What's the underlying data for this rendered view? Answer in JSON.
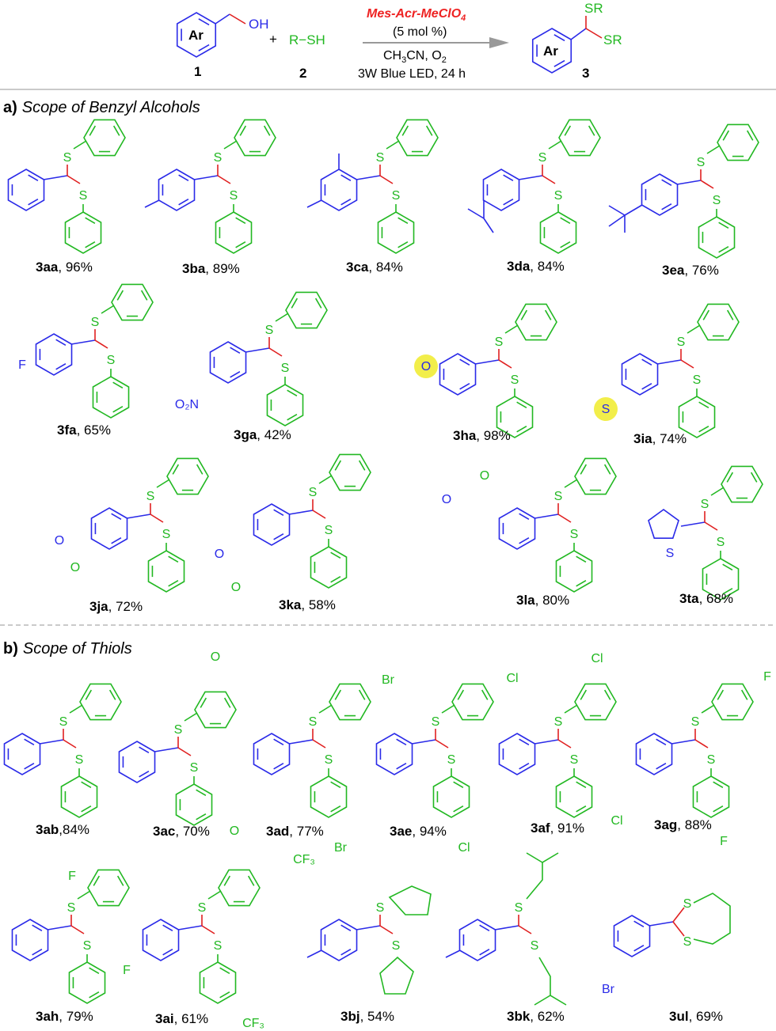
{
  "scheme": {
    "reactant1": {
      "label": "Ar",
      "group": "OH",
      "number": "1"
    },
    "plus": "+",
    "reactant2": {
      "text": "R−SH",
      "number": "2"
    },
    "catalyst": "Mes-Acr-MeClO",
    "catalyst_sub": "4",
    "loading": "(5 mol %)",
    "solvent_pre": "CH",
    "solvent_sub": "3",
    "solvent_mid": "CN, O",
    "solvent_sub2": "2",
    "conditions": "3W Blue LED, 24 h",
    "product": {
      "label": "Ar",
      "sr1": "SR",
      "sr2": "SR",
      "number": "3"
    }
  },
  "sections": {
    "a": {
      "letter": "a)",
      "title": "Scope of Benzyl Alcohols"
    },
    "b": {
      "letter": "b)",
      "title": "Scope of Thiols"
    }
  },
  "colors": {
    "aryl": "#2a2ae8",
    "thiol": "#22b822",
    "bond": "#e02020",
    "highlight": "#f2ee4a",
    "catalyst": "#ee2222"
  },
  "compounds": [
    {
      "id": "3aa",
      "yield": ", 96%",
      "subs": []
    },
    {
      "id": "3ba",
      "yield": ", 89%",
      "subs": []
    },
    {
      "id": "3ca",
      "yield": ", 84%",
      "subs": []
    },
    {
      "id": "3da",
      "yield": ", 84%",
      "subs": []
    },
    {
      "id": "3ea",
      "yield": ", 76%",
      "subs": []
    },
    {
      "id": "3fa",
      "yield": ", 65%",
      "subs": [
        "F"
      ]
    },
    {
      "id": "3ga",
      "yield": ", 42%",
      "subs": [
        "O₂N"
      ]
    },
    {
      "id": "3ha",
      "yield": ", 98%",
      "subs": [
        "O"
      ]
    },
    {
      "id": "3ia",
      "yield": ", 74%",
      "subs": [
        "S"
      ]
    },
    {
      "id": "3ja",
      "yield": ", 72%",
      "subs": [
        "O",
        "O"
      ]
    },
    {
      "id": "3ka",
      "yield": ", 58%",
      "subs": [
        "O",
        "O"
      ]
    },
    {
      "id": "3la",
      "yield": ", 80%",
      "subs": [
        "O",
        "O"
      ]
    },
    {
      "id": "3ta",
      "yield": ", 68%",
      "subs": [
        "S"
      ]
    },
    {
      "id": "3ab",
      "yield": ",84%",
      "subs": []
    },
    {
      "id": "3ac",
      "yield": ", 70%",
      "subs": [
        "O",
        "O"
      ]
    },
    {
      "id": "3ad",
      "yield": ", 77%",
      "subs": [
        "Br",
        "Br"
      ]
    },
    {
      "id": "3ae",
      "yield": ", 94%",
      "subs": [
        "Cl",
        "Cl"
      ]
    },
    {
      "id": "3af",
      "yield": ", 91%",
      "subs": [
        "Cl",
        "Cl"
      ]
    },
    {
      "id": "3ag",
      "yield": ", 88%",
      "subs": [
        "F",
        "F"
      ]
    },
    {
      "id": "3ah",
      "yield": ", 79%",
      "subs": [
        "F",
        "F"
      ]
    },
    {
      "id": "3ai",
      "yield": ", 61%",
      "subs": [
        "CF₃",
        "CF₃"
      ]
    },
    {
      "id": "3bj",
      "yield": ", 54%",
      "subs": []
    },
    {
      "id": "3bk",
      "yield": ", 62%",
      "subs": []
    },
    {
      "id": "3ul",
      "yield": ", 69%",
      "subs": [
        "Br"
      ]
    }
  ],
  "atoms": {
    "S": "S"
  }
}
